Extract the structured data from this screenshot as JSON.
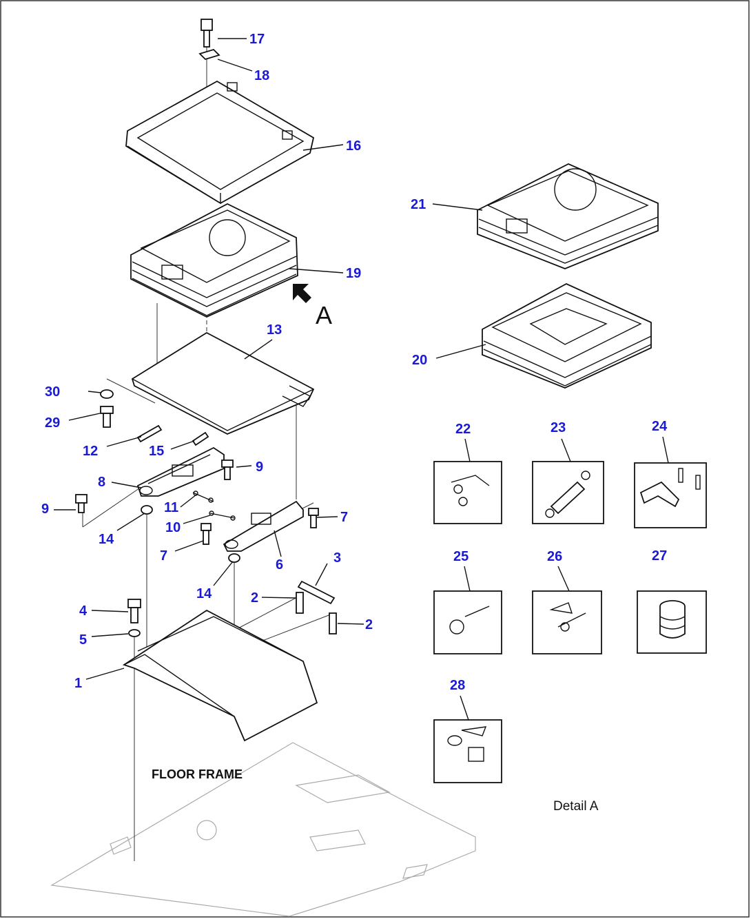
{
  "callouts": {
    "c1": "1",
    "c2a": "2",
    "c2b": "2",
    "c3": "3",
    "c4": "4",
    "c5": "5",
    "c6": "6",
    "c7a": "7",
    "c7b": "7",
    "c8": "8",
    "c9a": "9",
    "c9b": "9",
    "c10": "10",
    "c11": "11",
    "c12": "12",
    "c13": "13",
    "c14a": "14",
    "c14b": "14",
    "c15": "15",
    "c16": "16",
    "c17": "17",
    "c18": "18",
    "c19": "19",
    "c20": "20",
    "c21": "21",
    "c22": "22",
    "c23": "23",
    "c24": "24",
    "c25": "25",
    "c26": "26",
    "c27": "27",
    "c28": "28",
    "c29": "29",
    "c30": "30"
  },
  "labels": {
    "floor_frame": "FLOOR FRAME",
    "detail_a": "Detail A",
    "view_letter": "A"
  }
}
